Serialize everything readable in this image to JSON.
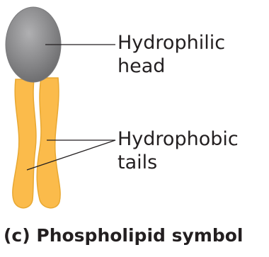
{
  "labels": {
    "head_line1": "Hydrophilic",
    "head_line2": "head",
    "tails_line1": "Hydrophobic",
    "tails_line2": "tails"
  },
  "caption": "(c) Phospholipid symbol",
  "colors": {
    "head_fill": "#8a8a8c",
    "tail_fill": "#fbbb4b",
    "tail_outline": "#e8a832",
    "leader_line": "#231f20",
    "text": "#231f20"
  }
}
